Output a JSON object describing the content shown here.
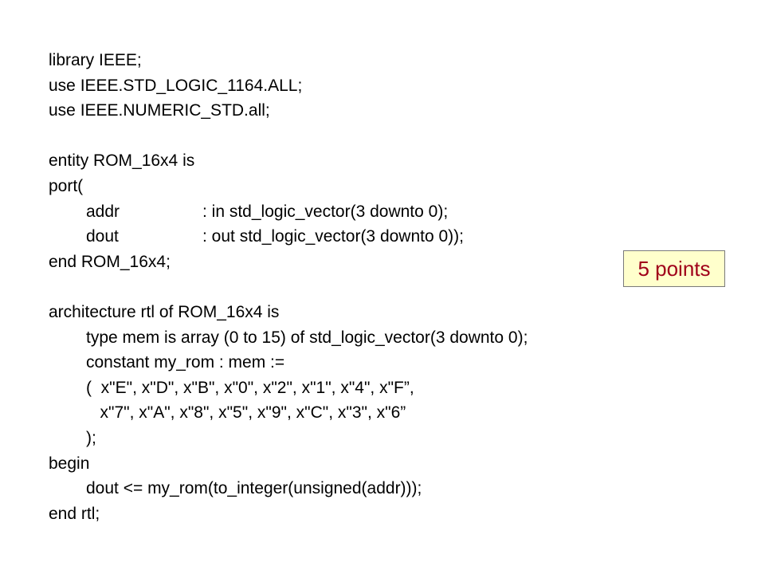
{
  "code": {
    "lines": [
      "library IEEE;",
      "use IEEE.STD_LOGIC_1164.ALL;",
      "use IEEE.NUMERIC_STD.all;",
      "",
      "entity ROM_16x4 is",
      "port(",
      "",
      "",
      "end ROM_16x4;",
      "",
      "architecture rtl of ROM_16x4 is",
      "type mem is array (0 to 15) of std_logic_vector(3 downto 0);",
      "constant my_rom : mem :=",
      "(  x\"E\", x\"D\", x\"B\", x\"0\", x\"2\", x\"1\", x\"4\", x\"F”,",
      "   x\"7\", x\"A\", x\"8\", x\"5\", x\"9\", x\"C\", x\"3\", x\"6”",
      ");",
      "begin",
      "dout <= my_rom(to_integer(unsigned(addr)));",
      "end rtl;"
    ],
    "ports": [
      {
        "name": "addr",
        "decl": ": in std_logic_vector(3 downto 0);"
      },
      {
        "name": "dout",
        "decl": ": out std_logic_vector(3 downto 0));"
      }
    ]
  },
  "badge": {
    "label": "5 points",
    "text_color": "#a0001a",
    "background": "#ffffcc"
  }
}
